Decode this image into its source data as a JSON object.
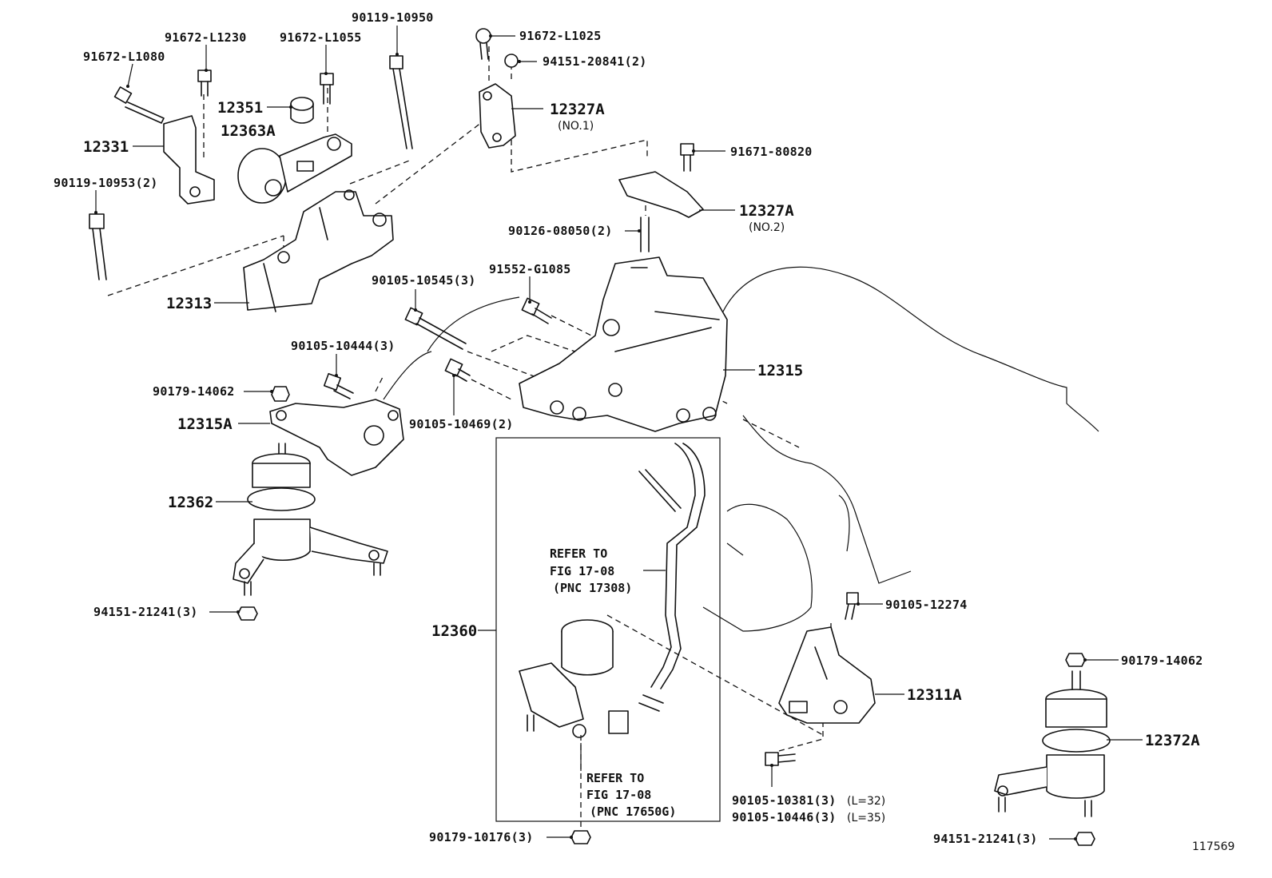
{
  "diagram_id": "117569",
  "labels": {
    "p12331": "12331",
    "p12351": "12351",
    "p12363A": "12363A",
    "p12313": "12313",
    "p12327A_1": "12327A",
    "p12327A_1_sub": "(NO.1)",
    "p12327A_2": "12327A",
    "p12327A_2_sub": "(NO.2)",
    "p12315": "12315",
    "p12315A": "12315A",
    "p12362": "12362",
    "p12360": "12360",
    "p12311A": "12311A",
    "p12372A": "12372A",
    "b91672_L1080": "91672-L1080",
    "b91672_L1230": "91672-L1230",
    "b91672_L1055": "91672-L1055",
    "b90119_10950": "90119-10950",
    "b91672_L1025": "91672-L1025",
    "b94151_20841": "94151-20841(2)",
    "b90119_10953": "90119-10953(2)",
    "b91671_80820": "91671-80820",
    "b90126_08050": "90126-08050(2)",
    "b90105_10545": "90105-10545(3)",
    "b91552_G1085": "91552-G1085",
    "b90105_10444": "90105-10444(3)",
    "b90179_14062_a": "90179-14062",
    "b90105_10469": "90105-10469(2)",
    "b94151_21241_a": "94151-21241(3)",
    "b90105_12274": "90105-12274",
    "b90179_14062_b": "90179-14062",
    "b90105_10381": "90105-10381(3)",
    "b90105_10381_len": "(L=32)",
    "b90105_10446": "90105-10446(3)",
    "b90105_10446_len": "(L=35)",
    "b94151_21241_b": "94151-21241(3)",
    "b90179_10176": "90179-10176(3)"
  },
  "notes": {
    "refer1_line1": "REFER TO",
    "refer1_line2": "FIG 17-08",
    "refer1_line3": "(PNC 17308)",
    "refer2_line1": "REFER TO",
    "refer2_line2": "FIG 17-08",
    "refer2_line3": "(PNC 17650G)"
  }
}
